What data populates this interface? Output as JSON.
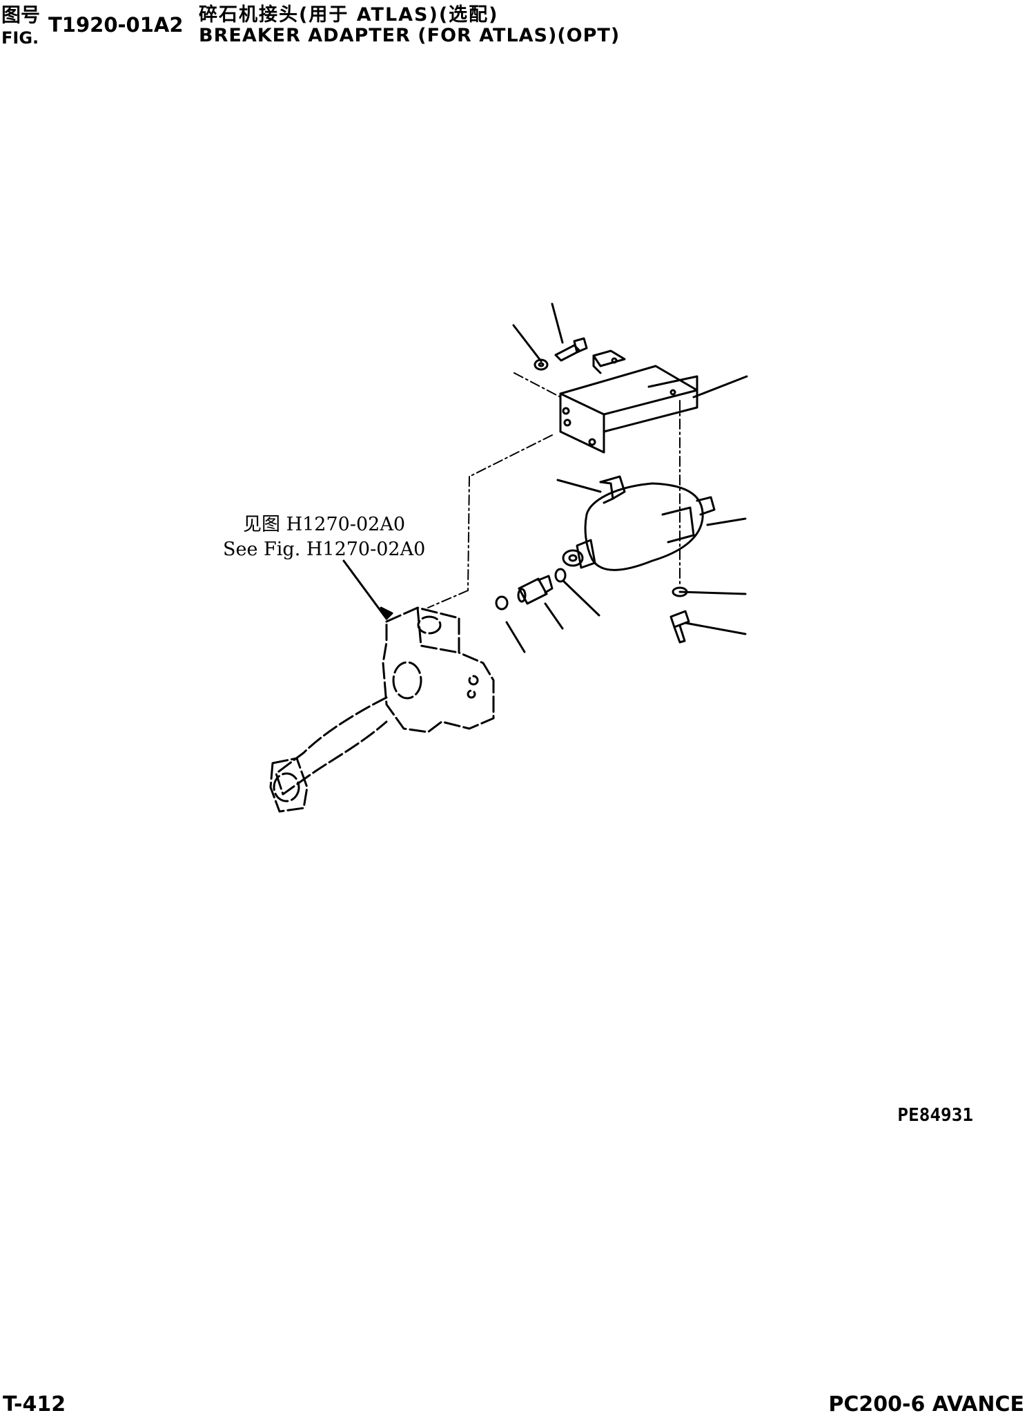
{
  "header": {
    "fig_label_cn": "图号",
    "fig_label_en": "FIG.",
    "fig_number": "T1920-01A2",
    "title_cn": "碎石机接头(用于 ATLAS)(选配)",
    "title_en": "BREAKER ADAPTER (FOR ATLAS)(OPT)"
  },
  "diagram": {
    "reference_cn": "见图 H1270-02A0",
    "reference_en": "See Fig. H1270-02A0",
    "illustration_code": "PE84931"
  },
  "footer": {
    "page_id": "T-412",
    "model": "PC200-6 AVANCE"
  }
}
